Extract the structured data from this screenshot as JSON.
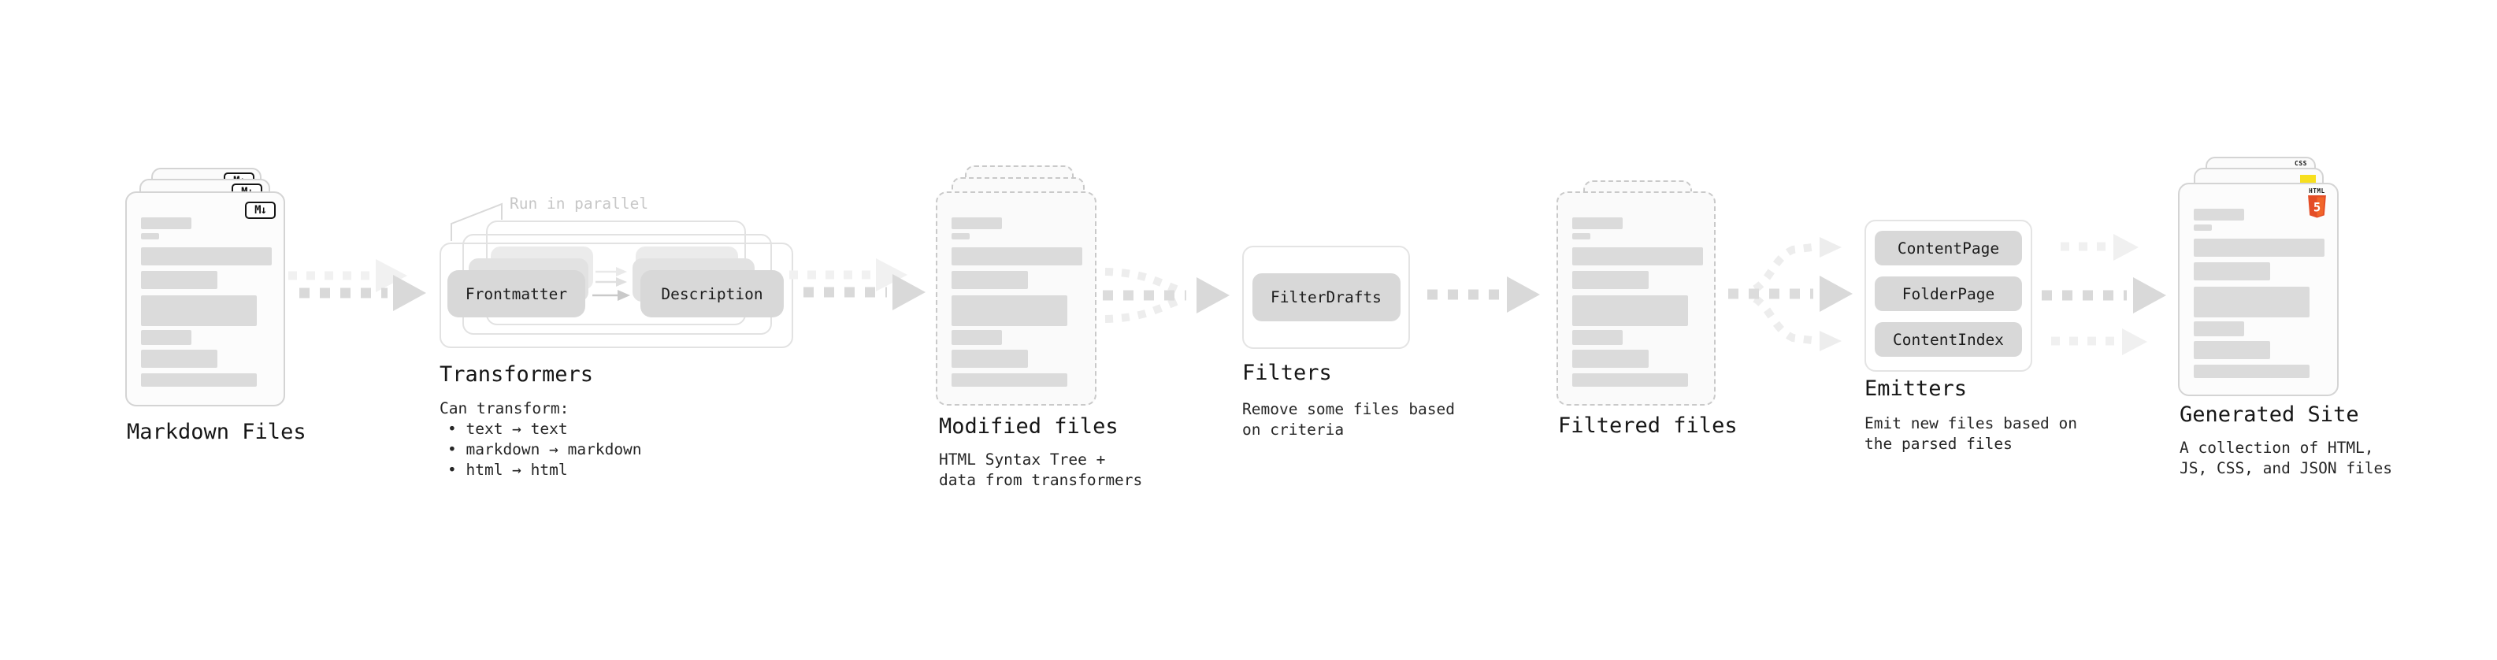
{
  "diagram": {
    "markdown_files": {
      "label": "Markdown Files",
      "file_badge": "M↓"
    },
    "transformers": {
      "title": "Transformers",
      "parallel_note": "Run in parallel",
      "input_pill": "Frontmatter",
      "output_pill": "Description",
      "desc_heading": "Can transform:",
      "bullets": [
        "• text → text",
        "• markdown → markdown",
        "• html → html"
      ]
    },
    "modified_files": {
      "label": "Modified files",
      "desc_line1": "HTML Syntax Tree +",
      "desc_line2": "data from transformers"
    },
    "filters": {
      "title": "Filters",
      "pill": "FilterDrafts",
      "desc_line1": "Remove some files based",
      "desc_line2": "on criteria"
    },
    "filtered_files": {
      "label": "Filtered files"
    },
    "emitters": {
      "title": "Emitters",
      "pills": [
        "ContentPage",
        "FolderPage",
        "ContentIndex"
      ],
      "desc_line1": "Emit new files based on",
      "desc_line2": "the parsed files"
    },
    "generated_site": {
      "label": "Generated Site",
      "desc_line1": "A collection of HTML,",
      "desc_line2": "JS, CSS, and JSON files",
      "css_badge": "CSS",
      "html_badge": "HTML",
      "html_badge_number": "5"
    }
  },
  "colors": {
    "html5_shield": "#e44d26",
    "html5_shield_light": "#f16529",
    "js_yellow": "#f7df1e",
    "css_blue": "#2b63e4",
    "arrow": "#d9d9d9",
    "arrow_ghost": "#f1f1f1",
    "skeleton": "#dbdbdb",
    "pill": "#d8d8d8"
  }
}
